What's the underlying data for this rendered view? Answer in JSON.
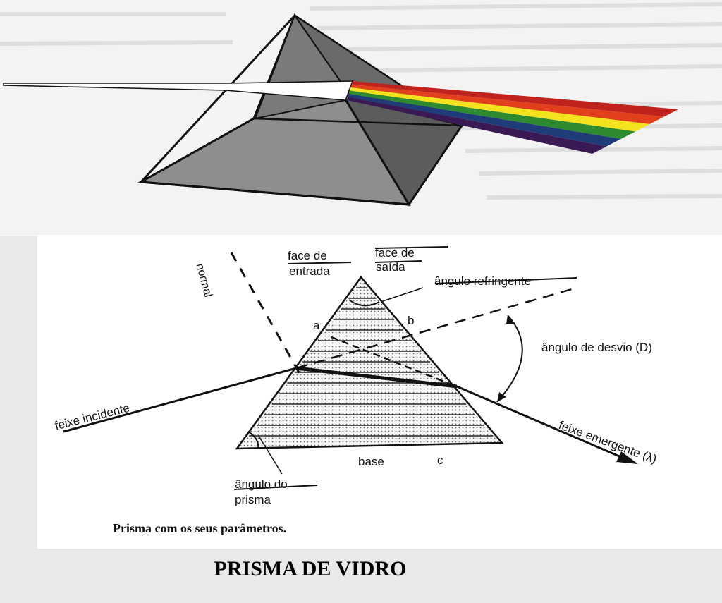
{
  "photo": {
    "spectrum_colors": [
      "#c0221e",
      "#e2401c",
      "#f3e21d",
      "#2e8a2e",
      "#1e3c78",
      "#3a1a55"
    ]
  },
  "diagram": {
    "labels": {
      "normal": "normal",
      "entry_face": [
        "face de",
        "entrada"
      ],
      "exit_face": [
        "face de",
        "saída"
      ],
      "refracting_angle": "ângulo refringente",
      "vertex_a": "a",
      "vertex_b": "b",
      "deviation_angle": "ângulo de desvio (D)",
      "incident_beam": "feixe incidente",
      "emergent_beam": "feixe emergente (λ)",
      "base": "base",
      "vertex_c": "c",
      "prism_angle": [
        "ângulo do",
        "prisma"
      ]
    },
    "caption": "Prisma com os seus parâmetros."
  },
  "title": "PRISMA DE VIDRO"
}
